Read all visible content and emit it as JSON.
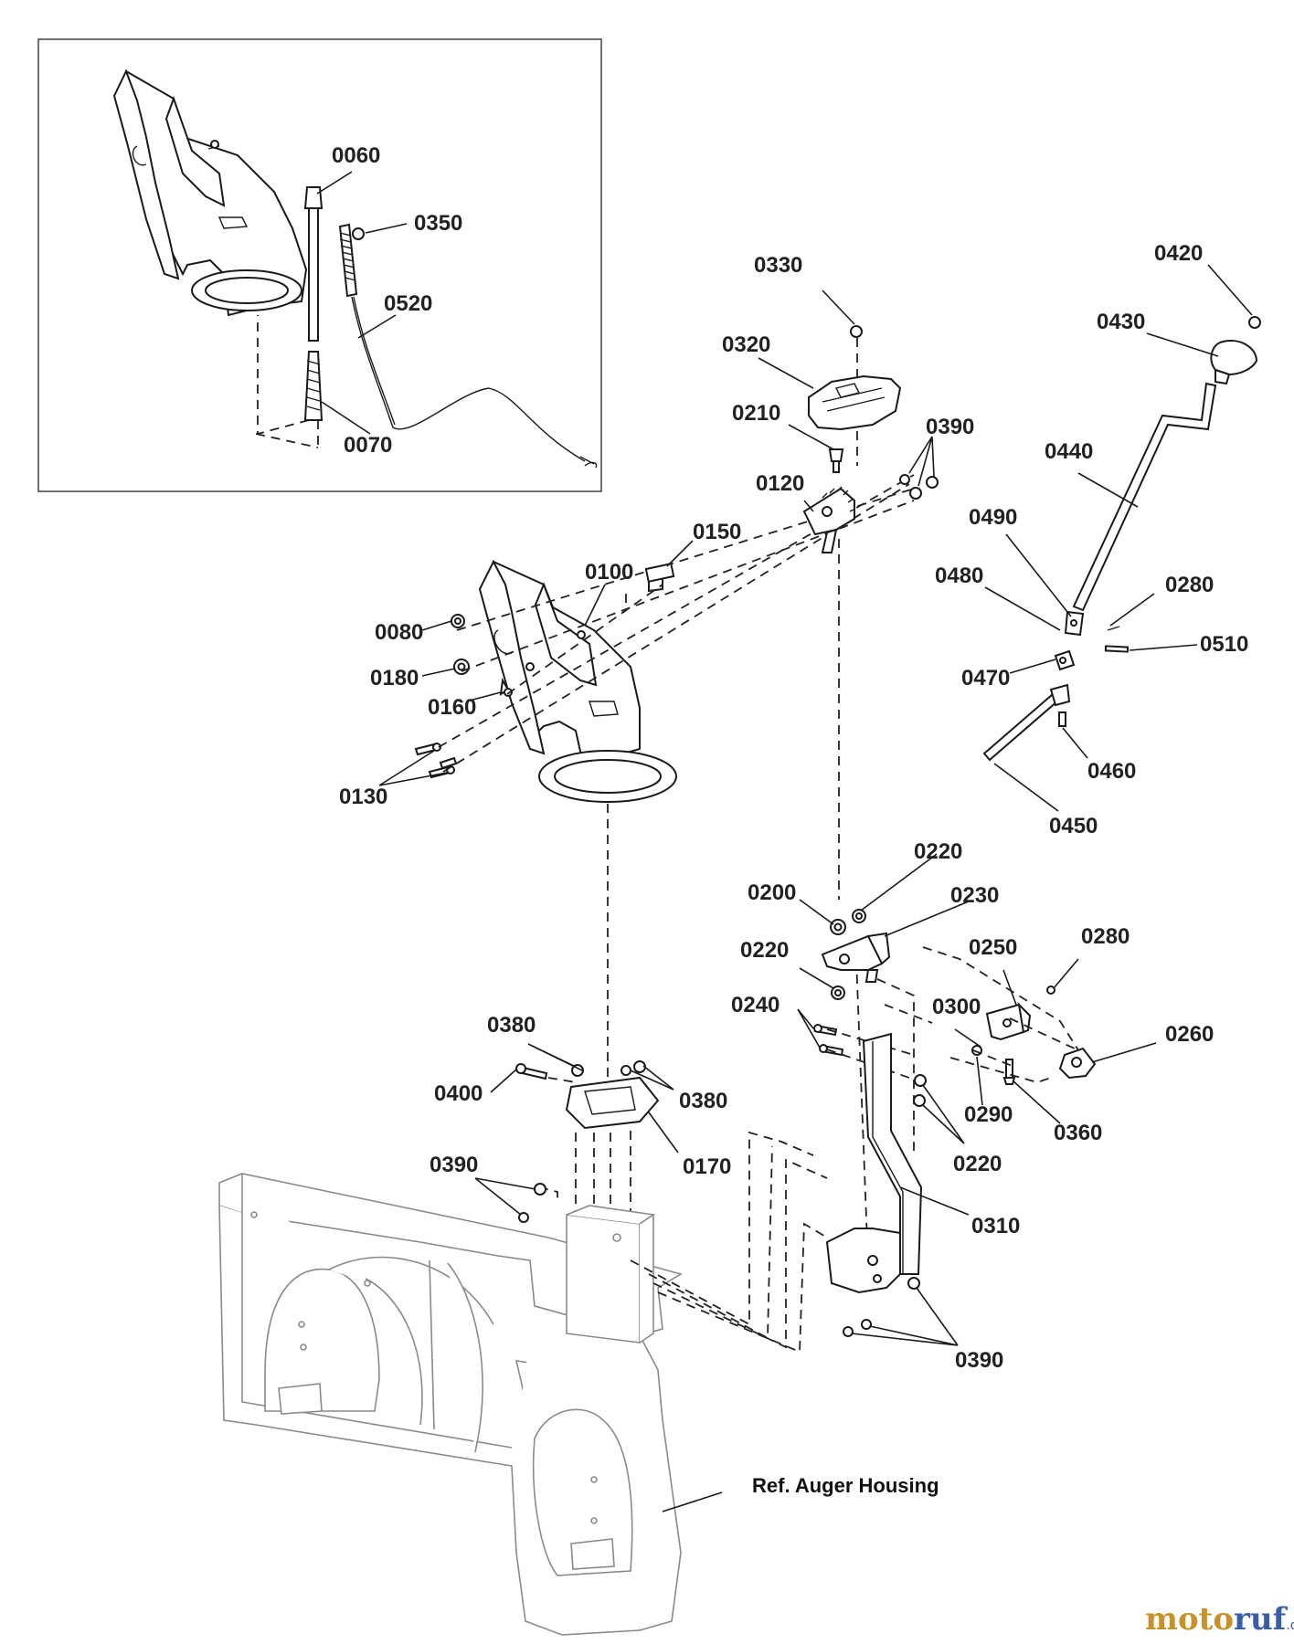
{
  "labels": {
    "p0060": "0060",
    "p0350": "0350",
    "p0520": "0520",
    "p0070": "0070",
    "p0330": "0330",
    "p0420": "0420",
    "p0430": "0430",
    "p0320": "0320",
    "p0210": "0210",
    "p0390a": "0390",
    "p0440": "0440",
    "p0120": "0120",
    "p0150": "0150",
    "p0490": "0490",
    "p0100": "0100",
    "p0480": "0480",
    "p0280a": "0280",
    "p0080": "0080",
    "p0510": "0510",
    "p0180": "0180",
    "p0470": "0470",
    "p0160": "0160",
    "p0460": "0460",
    "p0130": "0130",
    "p0450": "0450",
    "p0220a": "0220",
    "p0200": "0200",
    "p0230": "0230",
    "p0280b": "0280",
    "p0220b": "0220",
    "p0250": "0250",
    "p0240": "0240",
    "p0300": "0300",
    "p0260": "0260",
    "p0380a": "0380",
    "p0400": "0400",
    "p0380b": "0380",
    "p0290": "0290",
    "p0360": "0360",
    "p0170": "0170",
    "p0220c": "0220",
    "p0390b": "0390",
    "p0310": "0310",
    "p0390c": "0390"
  },
  "reference_label": "Ref. Auger Housing",
  "watermark": {
    "part1": "moto",
    "part2": "ruf",
    "suffix": ".de"
  },
  "colors": {
    "line": "#1a1a1a",
    "watermark_orange": "#c8922a",
    "watermark_blue": "#3a5da8"
  }
}
